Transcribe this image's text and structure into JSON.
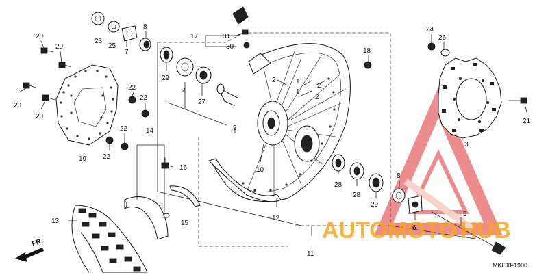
{
  "callouts": {
    "c1a": "1",
    "c1b": "1",
    "c2a": "2",
    "c2b": "2",
    "c2c": "2",
    "c3": "3",
    "c4": "4",
    "c5": "5",
    "c6": "6",
    "c7": "7",
    "c8a": "8",
    "c8b": "8",
    "c9": "9",
    "c10": "10",
    "c11": "11",
    "c12": "12",
    "c13": "13",
    "c14": "14",
    "c15": "15",
    "c16": "16",
    "c17": "17",
    "c18": "18",
    "c19": "19",
    "c20a": "20",
    "c20b": "20",
    "c20c": "20",
    "c20d": "20",
    "c21": "21",
    "c22a": "22",
    "c22b": "22",
    "c22c": "22",
    "c22d": "22",
    "c23": "23",
    "c24": "24",
    "c25": "25",
    "c26": "26",
    "c27": "27",
    "c28a": "28",
    "c28b": "28",
    "c29a": "29",
    "c29b": "29",
    "c30": "30",
    "c31": "31"
  },
  "direction_label": "FR.",
  "diagram_code": "MKEXF1900",
  "watermark": {
    "word_part1": "AUTO",
    "word_part2": "MOTO",
    "word_part3": "HUB",
    "color_red": "#e03030",
    "color_orange": "#f5a623"
  }
}
